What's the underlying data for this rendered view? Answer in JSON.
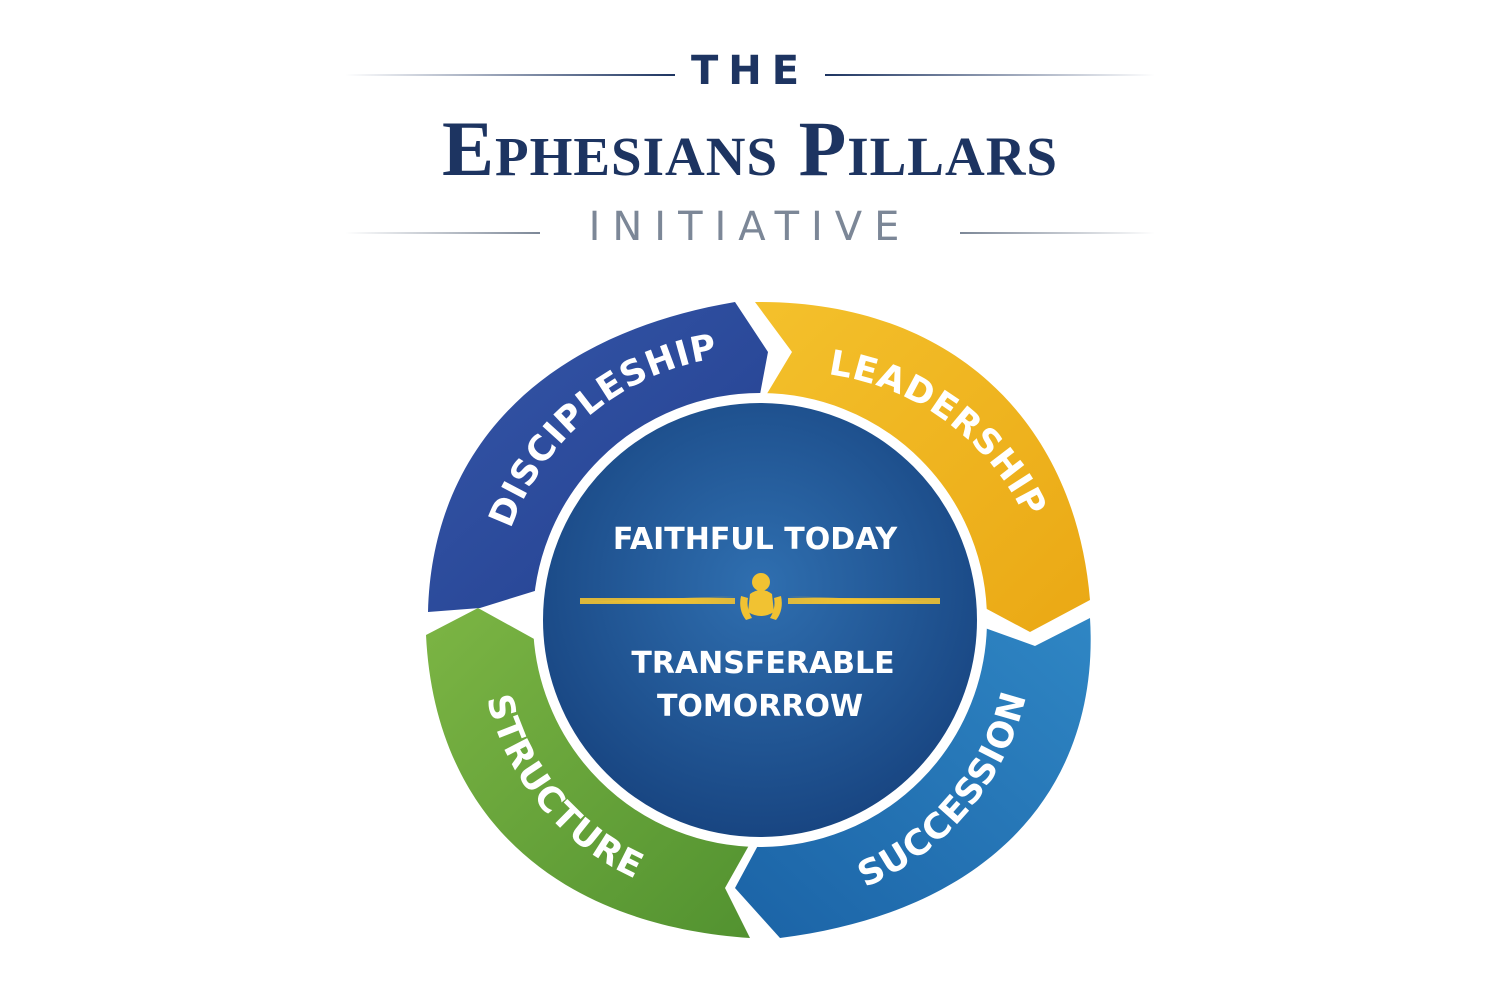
{
  "header": {
    "the": "THE",
    "title": "Ephesians Pillars",
    "subtitle": "INITIATIVE"
  },
  "cycle": {
    "segments": [
      {
        "label": "DISCIPLESHIP",
        "color": "#2e4fa3"
      },
      {
        "label": "LEADERSHIP",
        "color": "#f2b51c"
      },
      {
        "label": "SUCCESSION",
        "color": "#2277b8"
      },
      {
        "label": "STRUCTURE",
        "color": "#6aa83a"
      }
    ],
    "center": {
      "line1": "FAITHFUL TODAY",
      "line2": "TRANSFERABLE",
      "line3": "TOMORROW",
      "color": "#1f5597"
    }
  },
  "colors": {
    "navy": "#1d3461",
    "gray": "#7c8797",
    "gold": "#f1c232"
  },
  "icons": {
    "center_emblem": "hands-person-icon"
  }
}
